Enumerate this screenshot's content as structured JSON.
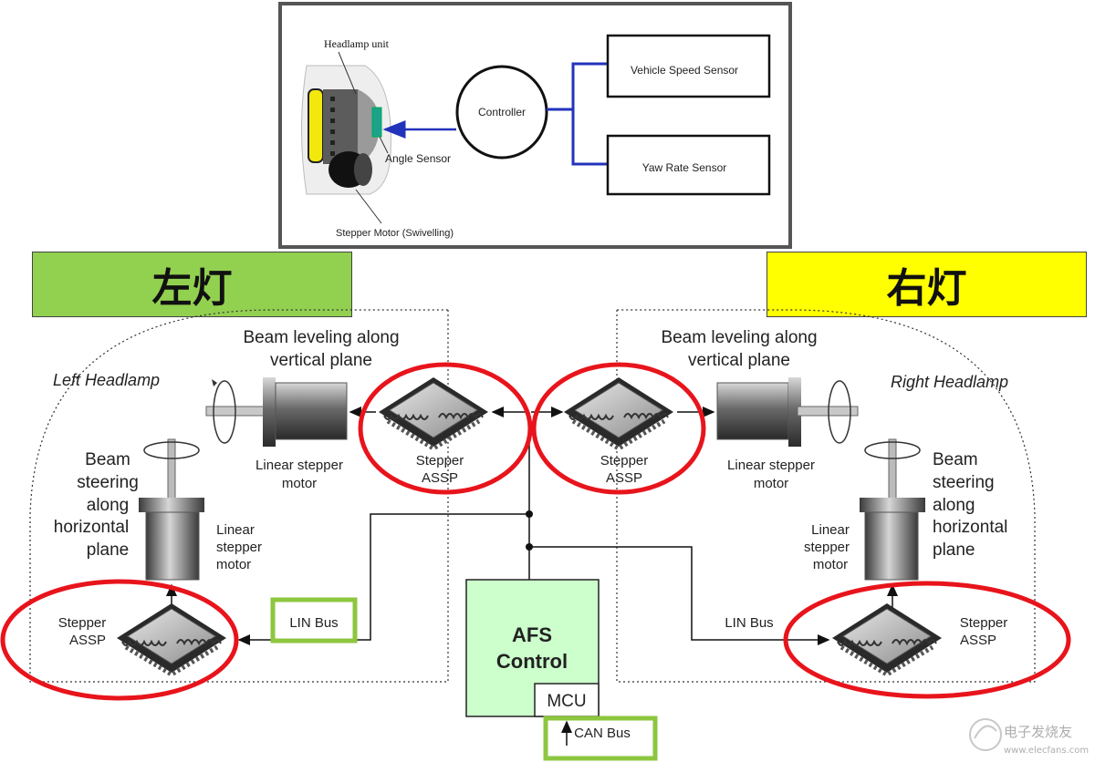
{
  "top_diagram": {
    "headlamp_unit": "Headlamp unit",
    "angle_sensor": "Angle Sensor",
    "stepper_motor": "Stepper Motor (Swivelling)",
    "controller": "Controller",
    "vehicle_speed_sensor": "Vehicle Speed Sensor",
    "yaw_rate_sensor": "Yaw Rate Sensor"
  },
  "labels": {
    "left_lamp": "左灯",
    "right_lamp": "右灯"
  },
  "colors": {
    "left_label_bg": "#92d050",
    "right_label_bg": "#ffff00",
    "highlight": "#e8141c",
    "afs_bg": "#ccffcc",
    "bus_highlight": "#8dc63f",
    "arrow_blue": "#2233bb"
  },
  "main_diagram": {
    "left_headlamp": "Left Headlamp",
    "right_headlamp": "Right Headlamp",
    "beam_leveling_line1": "Beam leveling along",
    "beam_leveling_line2": "vertical plane",
    "beam_steering_lines": [
      "Beam",
      "steering",
      "along",
      "horizontal",
      "plane"
    ],
    "linear_stepper_motor_h": [
      "Linear stepper",
      "motor"
    ],
    "linear_stepper_motor_v": [
      "Linear",
      "stepper",
      "motor"
    ],
    "stepper_assp": [
      "Stepper",
      "ASSP"
    ],
    "lin_bus": "LIN Bus",
    "afs_control": [
      "AFS",
      "Control"
    ],
    "mcu": "MCU",
    "can_bus": "CAN Bus"
  },
  "watermark": {
    "brand": "电子发烧友",
    "url": "www.elecfans.com"
  }
}
